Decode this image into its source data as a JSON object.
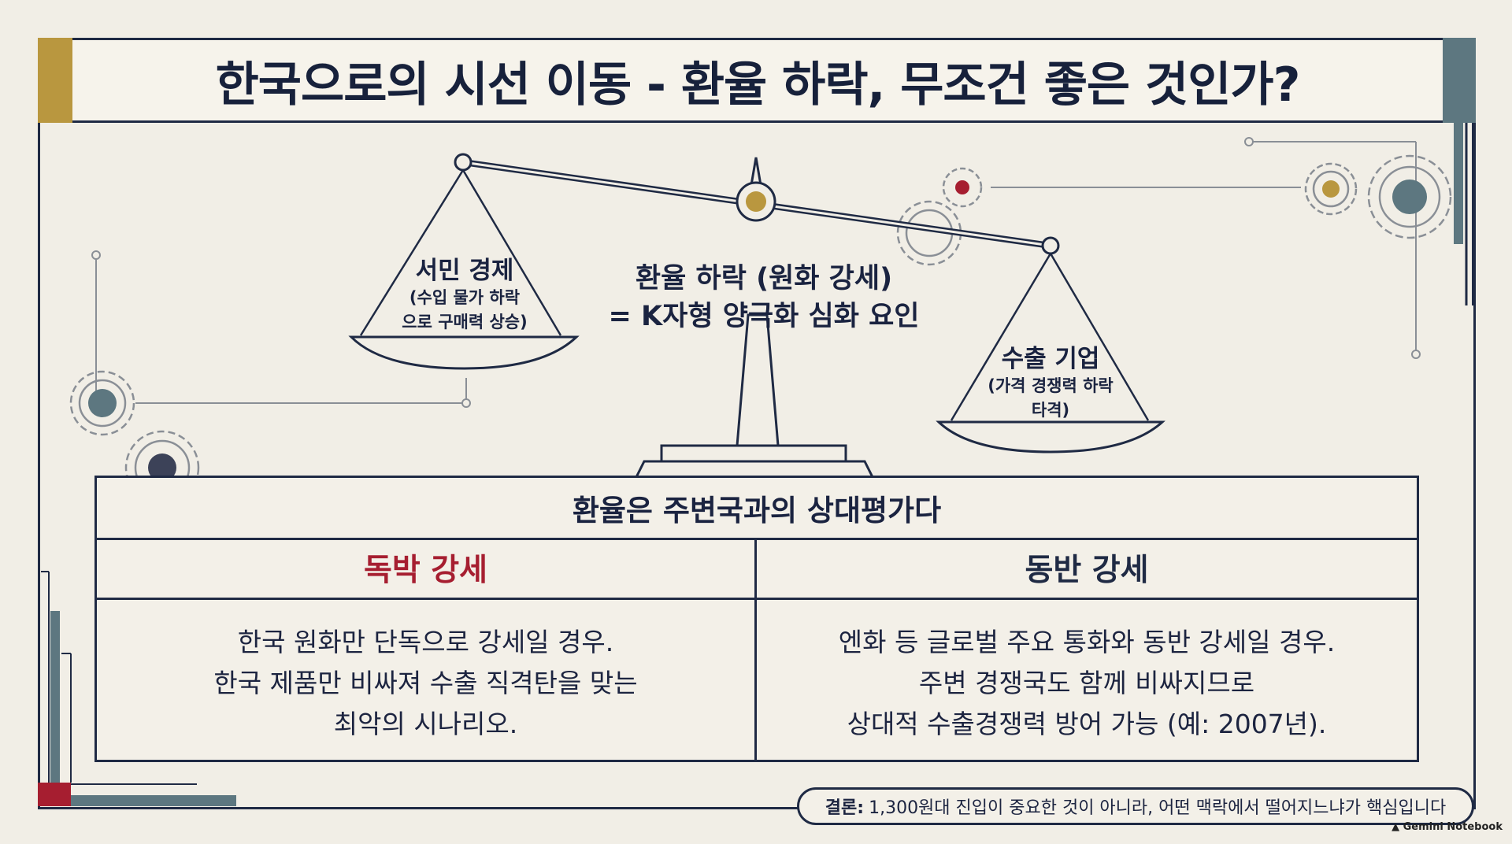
{
  "title": "한국으로의 시선 이동 - 환율 하락, 무조건 좋은 것인가?",
  "scale": {
    "left_pan": {
      "title": "서민 경제",
      "sub1": "(수입 물가 하락",
      "sub2": "으로 구매력 상승)"
    },
    "right_pan": {
      "title": "수출 기업",
      "sub1": "(가격 경쟁력 하락",
      "sub2": "타격)"
    },
    "center_line1": "환율 하락 (원화 강세)",
    "center_line2": "= K자형 양극화 심화 요인"
  },
  "table": {
    "header": "환율은 주변국과의 상대평가다",
    "left": {
      "title": "독박 강세",
      "line1": "한국 원화만 단독으로 강세일 경우.",
      "line2": "한국 제품만 비싸져 수출 직격탄을 맞는",
      "line3": "최악의 시나리오."
    },
    "right": {
      "title": "동반 강세",
      "line1": "엔화 등 글로벌 주요 통화와 동반 강세일 경우.",
      "line2": "주변 경쟁국도 함께 비싸지므로",
      "line3": "상대적 수출경쟁력 방어 가능 (예: 2007년)."
    }
  },
  "conclusion": {
    "label": "결론:",
    "text": "1,300원대 진입이 중요한 것이 아니라, 어떤 맥락에서 떨어지느냐가 핵심입니다"
  },
  "watermark": "Gemini Notebook",
  "colors": {
    "navy": "#1f2a44",
    "gold": "#b9973f",
    "slate": "#5d7780",
    "red": "#a61e30",
    "background": "#f1eee6"
  }
}
